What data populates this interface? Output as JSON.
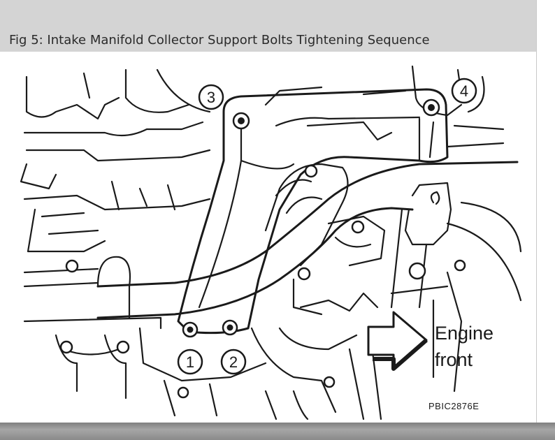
{
  "caption": "Fig 5: Intake Manifold Collector Support Bolts Tightening Sequence",
  "callouts": [
    "1",
    "2",
    "3",
    "4"
  ],
  "engine_label": [
    "Engine",
    "front"
  ],
  "reference_code": "PBIC2876E"
}
